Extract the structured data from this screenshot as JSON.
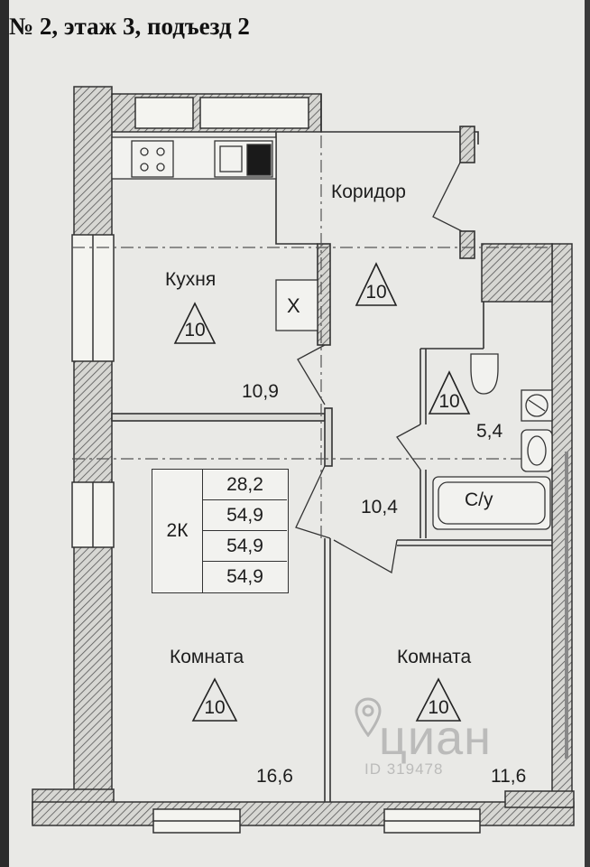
{
  "header": {
    "title": "№ 2, этаж 3, подъезд 2"
  },
  "rooms": [
    {
      "name": "Коридор",
      "area": "10,4",
      "level": "10"
    },
    {
      "name": "Кухня",
      "area": "10,9",
      "level": "10"
    },
    {
      "name": "С/у",
      "area": "5,4",
      "level": "10"
    },
    {
      "name": "Комната",
      "area": "16,6",
      "level": "10"
    },
    {
      "name": "Комната",
      "area": "11,6",
      "level": "10"
    }
  ],
  "kitchen_mark": "X",
  "summary": {
    "type": "2К",
    "values": [
      "28,2",
      "54,9",
      "54,9",
      "54,9"
    ]
  },
  "watermark": {
    "brand": "циан",
    "id": "ID 319478"
  },
  "colors": {
    "wall": "#555555",
    "line": "#333333",
    "background": "#e9e9e6"
  }
}
